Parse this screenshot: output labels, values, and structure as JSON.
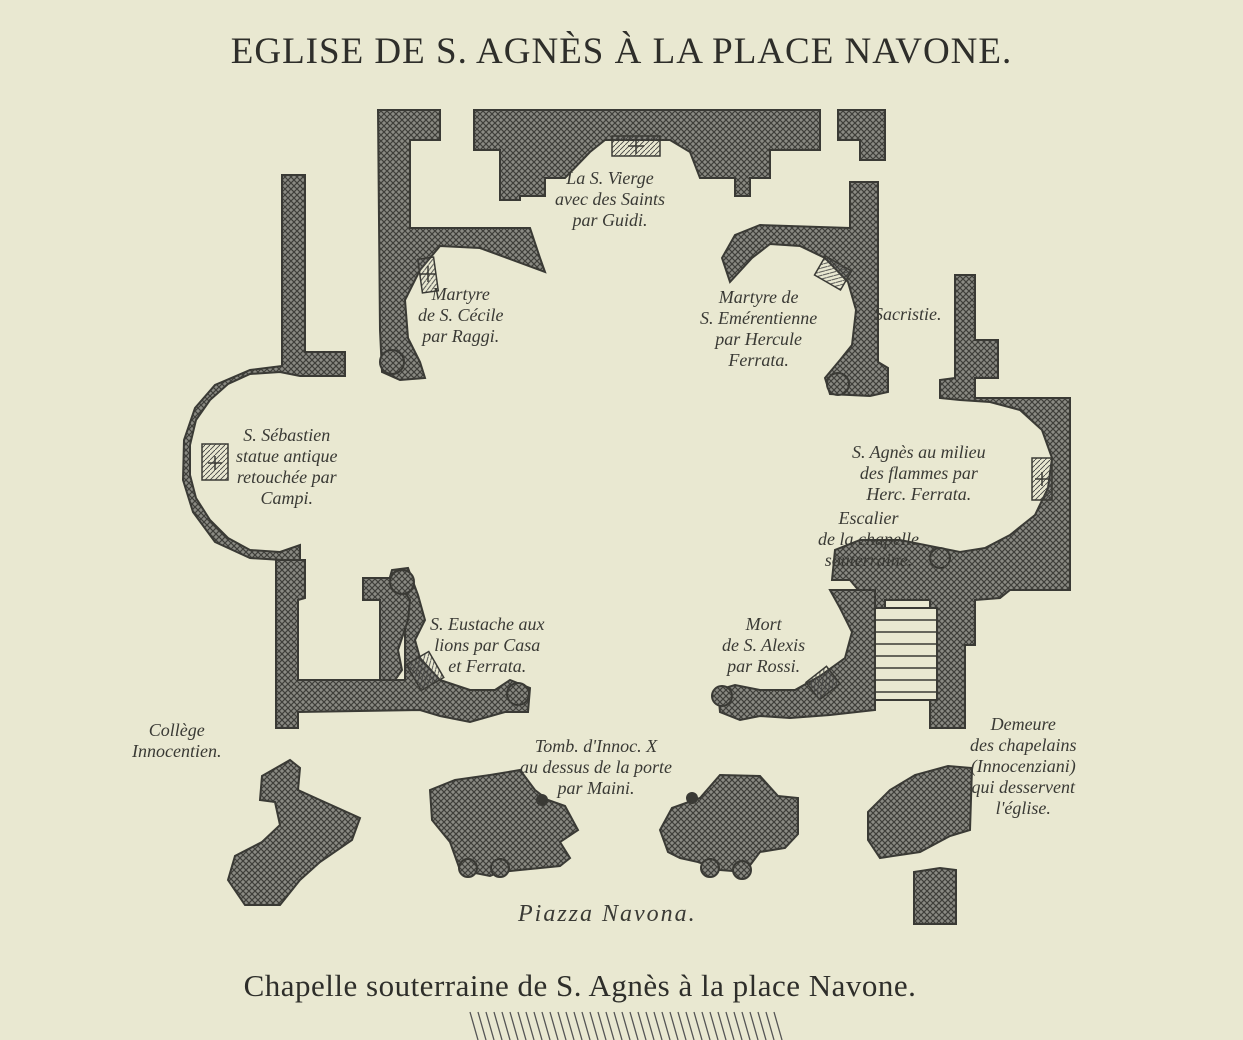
{
  "title": "EGLISE DE S. AGNÈS À LA PLACE NAVONE.",
  "caption": "Chapelle souterraine de S. Agnès à la place Navone.",
  "labels": {
    "vierge": [
      "La S. Vierge",
      "avec des Saints",
      "par Guidi."
    ],
    "cecile": [
      "Martyre",
      "de S. Cécile",
      "par Raggi."
    ],
    "emerentienne": [
      "Martyre de",
      "S. Emérentienne",
      "par Hercule",
      "Ferrata."
    ],
    "sacristie": "Sacristie.",
    "sebastien": [
      "S. Sébastien",
      "statue antique",
      "retouchée par",
      "Campi."
    ],
    "agnes_flammes": [
      "S. Agnès au milieu",
      "des flammes par",
      "Herc. Ferrata."
    ],
    "escalier": [
      "Escalier",
      "de la chapelle",
      "souterraine."
    ],
    "eustache": [
      "S. Eustache aux",
      "lions par Casa",
      "et Ferrata."
    ],
    "alexis": [
      "Mort",
      "de S. Alexis",
      "par Rossi."
    ],
    "college": [
      "Collège",
      "Innocentien."
    ],
    "tomb": [
      "Tomb. d'Innoc. X",
      "au dessus de la porte",
      "par Maini."
    ],
    "demeure": [
      "Demeure",
      "des chapelains",
      "(Innocenziani)",
      "qui desservent",
      "l'église."
    ],
    "piazza": "Piazza Navona."
  },
  "colors": {
    "paper": "#e9e8d1",
    "wall_fill": "#6f6f69",
    "ink": "#2e2e2a"
  }
}
